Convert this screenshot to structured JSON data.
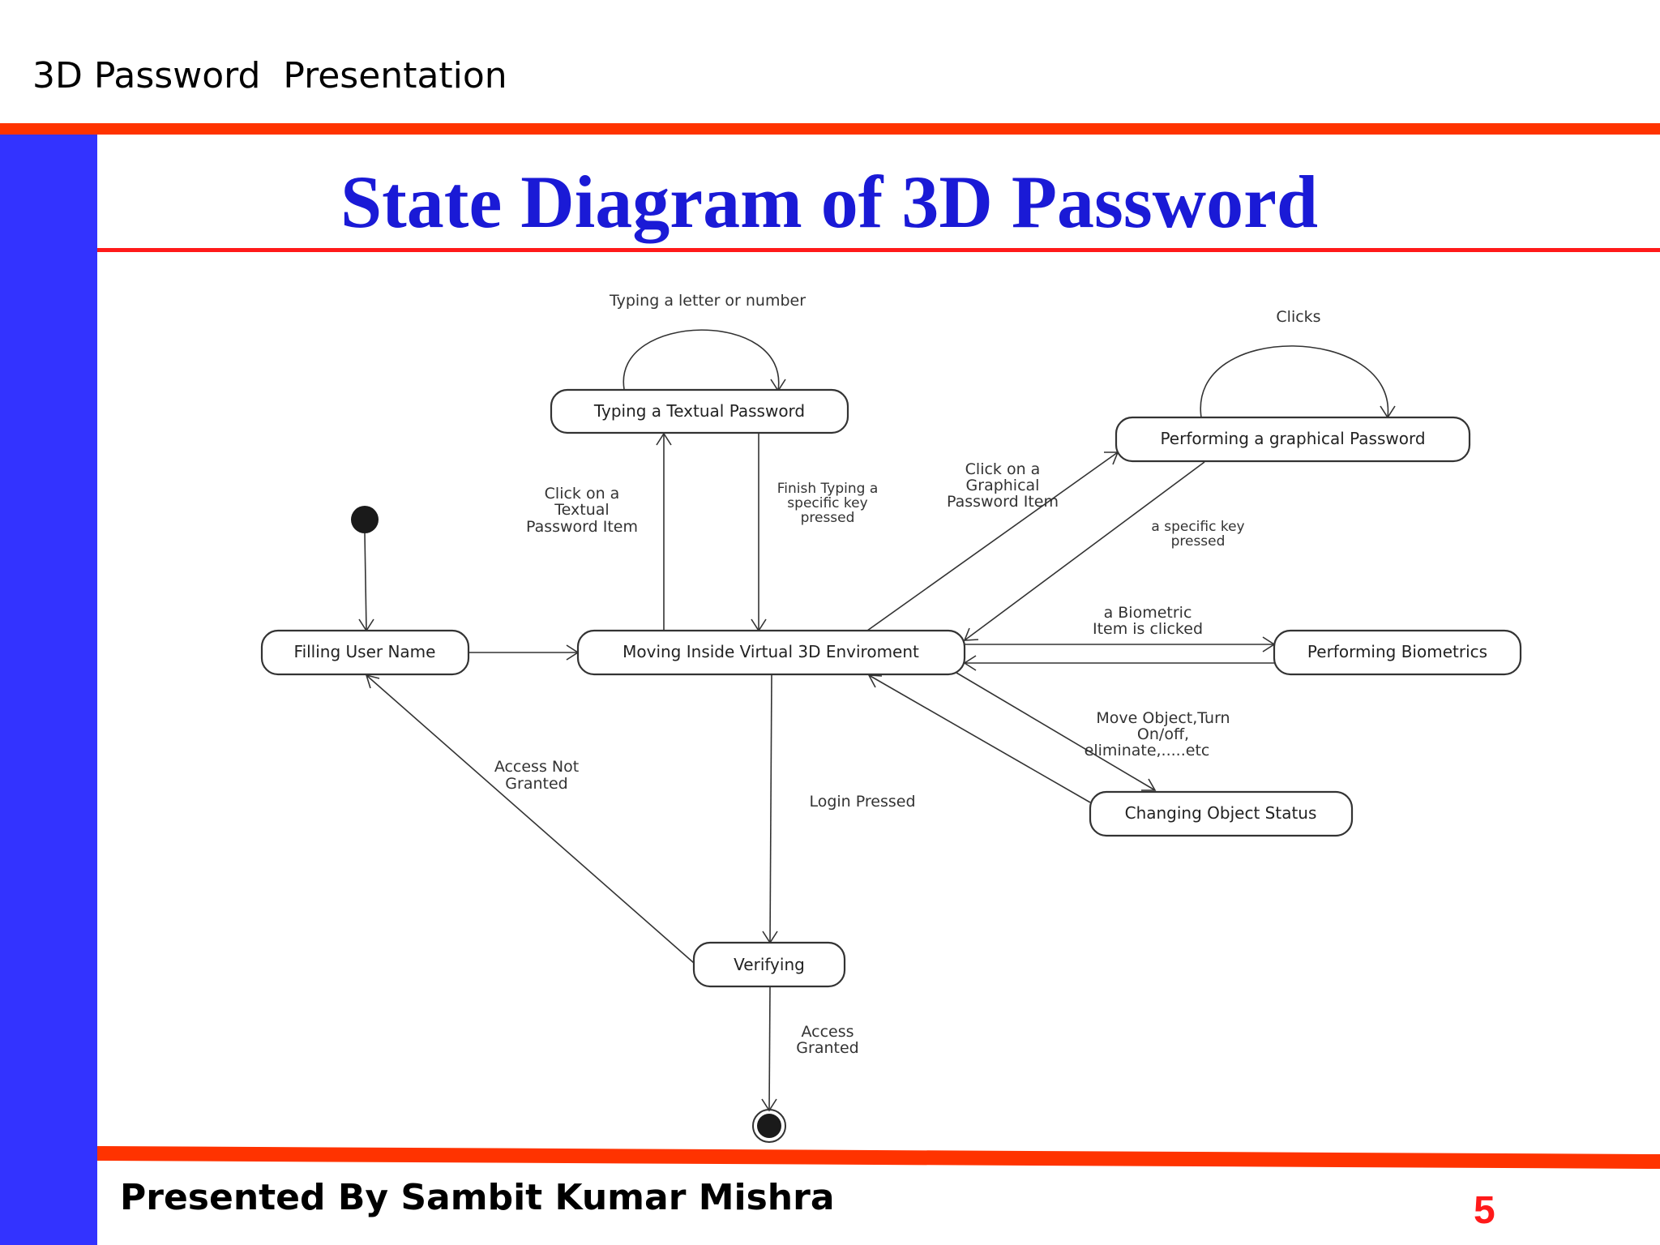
{
  "header": {
    "text": "3D Password  Presentation"
  },
  "slide": {
    "title": "State Diagram of 3D Password",
    "footer": "Presented By Sambit Kumar Mishra",
    "page_number": "5"
  },
  "colors": {
    "top_rule": "#ff3300",
    "left_bar": "#3333ff",
    "title": "#1a1ad6",
    "title_rule": "#ff1a1a",
    "page_number": "#ff1a1a"
  },
  "diagram": {
    "states": {
      "filling_user_name": "Filling User Name",
      "moving_inside": "Moving Inside Virtual 3D Enviroment",
      "typing_textual": "Typing a Textual Password",
      "performing_graphical": "Performing a graphical Password",
      "performing_biometrics": "Performing Biometrics",
      "changing_object": "Changing Object Status",
      "verifying": "Verifying"
    },
    "transitions": {
      "typing_loop": "Typing a letter or  number",
      "clicks_loop": "Clicks",
      "click_textual": [
        "Click on a",
        "Textual",
        "Password Item"
      ],
      "finish_typing": [
        "Finish Typing a",
        "specific key",
        "pressed"
      ],
      "click_graphical": [
        "Click on a",
        "Graphical",
        "Password Item"
      ],
      "specific_key": [
        "a specific key",
        "pressed"
      ],
      "biometric_clicked": [
        "a Biometric",
        "Item is clicked"
      ],
      "move_object": [
        "Move Object,Turn",
        "On/off,",
        "eliminate,.....etc"
      ],
      "access_not_granted": [
        "Access Not",
        "Granted"
      ],
      "login_pressed": "Login Pressed",
      "access_granted": [
        "Access",
        "Granted"
      ]
    }
  }
}
